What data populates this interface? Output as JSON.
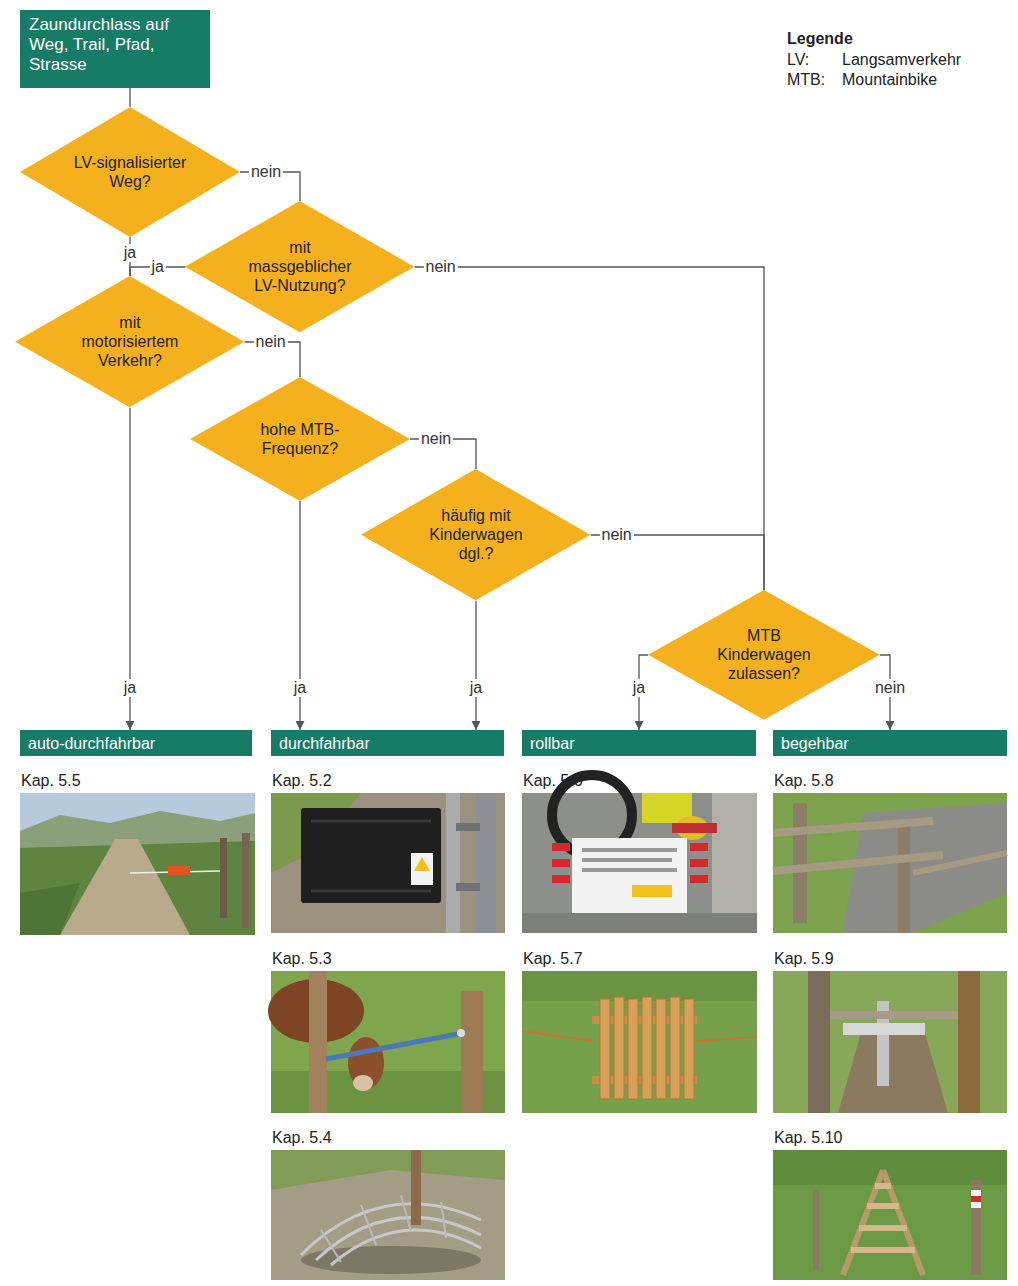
{
  "diagram": {
    "nodes": [
      {
        "text": [
          "Zaundurchlass auf Weg, Trail, Pfad, Strasse"
        ]
      },
      {
        "text": [
          "LV-signalisierter Weg?"
        ]
      },
      {
        "text": [
          "mit massgeblicher LV-Nutzung?"
        ]
      },
      {
        "text": [
          "mit motorisiertem Verkehr?"
        ]
      },
      {
        "text": [
          "hohe MTB-Frequenz?"
        ]
      },
      {
        "text": [
          "häufig mit Kinderwagen dgl.?"
        ]
      },
      {
        "text": [
          "MTB Kinderwagen zulassen?"
        ]
      },
      {
        "text": [
          "auto-durchfahrbar"
        ]
      },
      {
        "text": [
          "durchfahrbar"
        ]
      },
      {
        "text": [
          "rollbar"
        ]
      },
      {
        "text": [
          "begehbar"
        ]
      }
    ],
    "edges": [
      {
        "from": 0,
        "to": 1,
        "arrow": "none"
      },
      {
        "from": 1,
        "to": 3,
        "label": "ja",
        "arrow": "none"
      },
      {
        "from": 1,
        "to": 2,
        "label": "nein",
        "arrow": "none"
      },
      {
        "from": 2,
        "to": 3,
        "label": "ja",
        "arrow": "none"
      },
      {
        "from": 2,
        "to": 6,
        "label": "nein",
        "arrow": "none"
      },
      {
        "from": 3,
        "to": 7,
        "label": "ja",
        "arrow": "to"
      },
      {
        "from": 3,
        "to": 4,
        "label": "nein",
        "arrow": "none"
      },
      {
        "from": 4,
        "to": 8,
        "label": "ja",
        "arrow": "to"
      },
      {
        "from": 4,
        "to": 5,
        "label": "nein",
        "arrow": "none"
      },
      {
        "from": 5,
        "to": 8,
        "label": "ja",
        "arrow": "to"
      },
      {
        "from": 5,
        "to": 6,
        "label": "nein",
        "arrow": "none"
      },
      {
        "from": 6,
        "to": 9,
        "label": "ja",
        "arrow": "to"
      },
      {
        "from": 6,
        "to": 10,
        "label": "nein",
        "arrow": "to"
      }
    ],
    "labels": [
      "Legende",
      "LV:",
      "Langsamverkehr",
      "MTB:",
      "Mountainbike",
      "Kap. 5.5",
      "Kap. 5.2",
      "Kap. 5.3",
      "Kap. 5.4",
      "Kap. 5.6",
      "Kap. 5.7",
      "Kap. 5.8",
      "Kap. 5.9",
      "Kap. 5.10"
    ]
  }
}
